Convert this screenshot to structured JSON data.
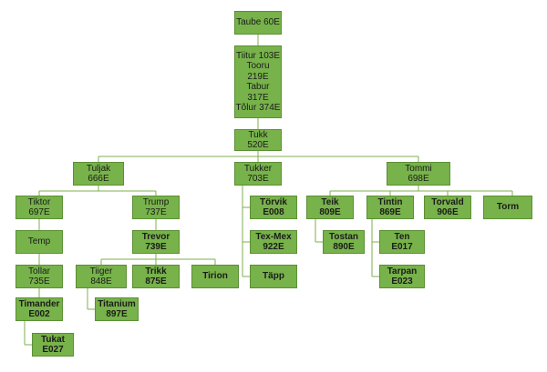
{
  "colors": {
    "node_fill": "#77b24a",
    "node_border": "#5b8f35",
    "connector": "#7faf4f"
  },
  "nodes": {
    "taube": {
      "label": "Taube 60E"
    },
    "chain": {
      "label": "Tiitur 103E\nTooru\n219E\nTabur 317E\nTõlur 374E"
    },
    "tukk": {
      "label": "Tukk\n520E"
    },
    "tuljak": {
      "label": "Tuljak\n666E"
    },
    "tukker": {
      "label": "Tukker\n703E"
    },
    "tommi": {
      "label": "Tommi\n698E"
    },
    "tiktor": {
      "label": "Tiktor\n697E"
    },
    "temp": {
      "label": "Temp"
    },
    "tollar": {
      "label": "Tollar\n735E"
    },
    "timander": {
      "label": "Timander\nE002"
    },
    "tukat": {
      "label": "Tukat\nE027"
    },
    "trump": {
      "label": "Trump\n737E"
    },
    "trevor": {
      "label": "Trevor\n739E"
    },
    "tiiger": {
      "label": "Tiiger\n848E"
    },
    "titanium": {
      "label": "Titanium\n897E"
    },
    "trikk": {
      "label": "Trikk\n875E"
    },
    "tirion": {
      "label": "Tirion"
    },
    "torvik": {
      "label": "Törvik\nE008"
    },
    "texmex": {
      "label": "Tex-Mex\n922E"
    },
    "tapp": {
      "label": "Täpp"
    },
    "teik": {
      "label": "Teik\n809E"
    },
    "tostan": {
      "label": "Tostan\n890E"
    },
    "tintin": {
      "label": "Tintin\n869E"
    },
    "ten": {
      "label": "Ten\nE017"
    },
    "tarpan": {
      "label": "Tarpan\nE023"
    },
    "torvald": {
      "label": "Torvald\n906E"
    },
    "torm": {
      "label": "Torm"
    }
  }
}
